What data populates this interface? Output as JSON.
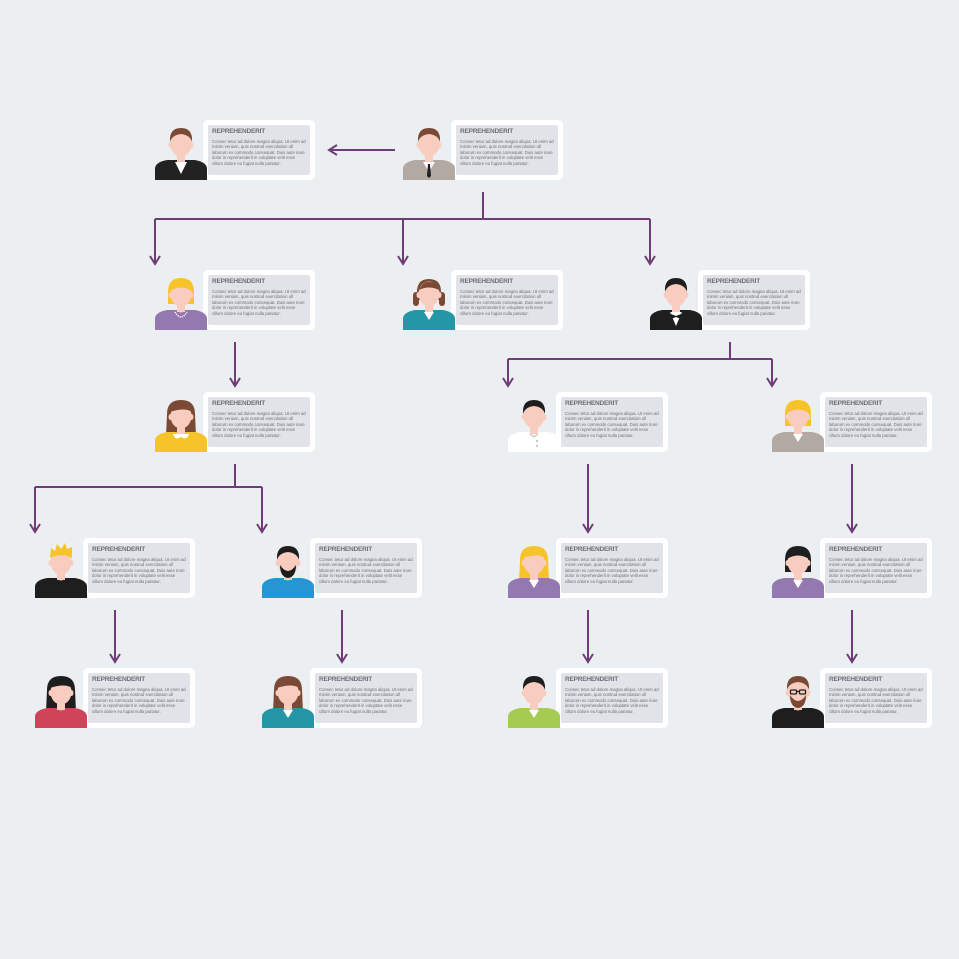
{
  "nodes": [
    {
      "id": "n0",
      "name": "REPREHENDERIT",
      "text": "Consec tetur ad dolore magna aliqua. Ut enim ad minim veniam, quis nostrud exercitation ull laborum ex commodo consequat. Duis aute irure dolor in reprehenderit in voluptate velit esse cillum dolore eu fugiat nulla pariatur.",
      "avatar": {
        "skin": "#f8cdbf",
        "hair": "#7b4a36",
        "hairStyle": "short",
        "shirt": "#b1a9a2",
        "collar": "suit-tie",
        "detail": "#1e1e1e"
      }
    },
    {
      "id": "n1",
      "name": "REPREHENDERIT",
      "text": "Consec tetur ad dolore magna aliqua. Ut enim ad minim veniam, quis nostrud exercitation ull laborum ex commodo consequat. Duis aute irure dolor in reprehenderit in voluptate velit esse cillum dolore eu fugiat nulla pariatur.",
      "avatar": {
        "skin": "#f8cdbf",
        "hair": "#7b4a36",
        "hairStyle": "short",
        "shirt": "#222222",
        "collar": "suit-white",
        "detail": "#ffffff"
      }
    },
    {
      "id": "n2",
      "name": "REPREHENDERIT",
      "text": "Consec tetur ad dolore magna aliqua. Ut enim ad minim veniam, quis nostrud exercitation ull laborum ex commodo consequat. Duis aute irure dolor in reprehenderit in voluptate velit esse cillum dolore eu fugiat nulla pariatur.",
      "avatar": {
        "skin": "#f8cdbf",
        "hair": "#f6c32a",
        "hairStyle": "bob",
        "shirt": "#9478b0",
        "collar": "necklace",
        "detail": "#ffffff"
      }
    },
    {
      "id": "n3",
      "name": "REPREHENDERIT",
      "text": "Consec tetur ad dolore magna aliqua. Ut enim ad minim veniam, quis nostrud exercitation ull laborum ex commodo consequat. Duis aute irure dolor in reprehenderit in voluptate velit esse cillum dolore eu fugiat nulla pariatur.",
      "avatar": {
        "skin": "#f8cdbf",
        "hair": "#7b4a36",
        "hairStyle": "pigtails",
        "shirt": "#2596a6",
        "collar": "v",
        "detail": "#ffffff"
      }
    },
    {
      "id": "n4",
      "name": "REPREHENDERIT",
      "text": "Consec tetur ad dolore magna aliqua. Ut enim ad minim veniam, quis nostrud exercitation ull laborum ex commodo consequat. Duis aute irure dolor in reprehenderit in voluptate velit esse cillum dolore eu fugiat nulla pariatur.",
      "avatar": {
        "skin": "#f8cdbf",
        "hair": "#1e1e1e",
        "hairStyle": "short",
        "shirt": "#1e1e1e",
        "collar": "bowtie",
        "detail": "#ffffff"
      }
    },
    {
      "id": "n5",
      "name": "REPREHENDERIT",
      "text": "Consec tetur ad dolore magna aliqua. Ut enim ad minim veniam, quis nostrud exercitation ull laborum ex commodo consequat. Duis aute irure dolor in reprehenderit in voluptate velit esse cillum dolore eu fugiat nulla pariatur.",
      "avatar": {
        "skin": "#f8cdbf",
        "hair": "#7b4a36",
        "hairStyle": "long",
        "shirt": "#f6c32a",
        "collar": "peter-pan",
        "detail": "#ffffff"
      }
    },
    {
      "id": "n6",
      "name": "REPREHENDERIT",
      "text": "Consec tetur ad dolore magna aliqua. Ut enim ad minim veniam, quis nostrud exercitation ull laborum ex commodo consequat. Duis aute irure dolor in reprehenderit in voluptate velit esse cillum dolore eu fugiat nulla pariatur.",
      "avatar": {
        "skin": "#f8cdbf",
        "hair": "#1e1e1e",
        "hairStyle": "short",
        "shirt": "#ffffff",
        "collar": "chef",
        "detail": "#b8b8b8"
      }
    },
    {
      "id": "n7",
      "name": "REPREHENDERIT",
      "text": "Consec tetur ad dolore magna aliqua. Ut enim ad minim veniam, quis nostrud exercitation ull laborum ex commodo consequat. Duis aute irure dolor in reprehenderit in voluptate velit esse cillum dolore eu fugiat nulla pariatur.",
      "avatar": {
        "skin": "#f8cdbf",
        "hair": "#f6c32a",
        "hairStyle": "bob",
        "shirt": "#b1a9a2",
        "collar": "v",
        "detail": "#ffffff"
      }
    },
    {
      "id": "n8",
      "name": "REPREHENDERIT",
      "text": "Consec tetur ad dolore magna aliqua. Ut enim ad minim veniam, quis nostrud exercitation ull laborum ex commodo consequat. Duis aute irure dolor in reprehenderit in voluptate velit esse cillum dolore eu fugiat nulla pariatur.",
      "avatar": {
        "skin": "#f8cdbf",
        "hair": "#f6c32a",
        "hairStyle": "spiky",
        "shirt": "#1e1e1e",
        "collar": "crew",
        "detail": "#1e1e1e"
      }
    },
    {
      "id": "n9",
      "name": "REPREHENDERIT",
      "text": "Consec tetur ad dolore magna aliqua. Ut enim ad minim veniam, quis nostrud exercitation ull laborum ex commodo consequat. Duis aute irure dolor in reprehenderit in voluptate velit esse cillum dolore eu fugiat nulla pariatur.",
      "avatar": {
        "skin": "#f8cdbf",
        "hair": "#1e1e1e",
        "hairStyle": "short",
        "shirt": "#2596d1",
        "collar": "crew",
        "detail": "#2596d1",
        "beard": "#1e1e1e"
      }
    },
    {
      "id": "n10",
      "name": "REPREHENDERIT",
      "text": "Consec tetur ad dolore magna aliqua. Ut enim ad minim veniam, quis nostrud exercitation ull laborum ex commodo consequat. Duis aute irure dolor in reprehenderit in voluptate velit esse cillum dolore eu fugiat nulla pariatur.",
      "avatar": {
        "skin": "#f8cdbf",
        "hair": "#f6c32a",
        "hairStyle": "long",
        "shirt": "#9478b0",
        "collar": "v",
        "detail": "#ffffff"
      }
    },
    {
      "id": "n11",
      "name": "REPREHENDERIT",
      "text": "Consec tetur ad dolore magna aliqua. Ut enim ad minim veniam, quis nostrud exercitation ull laborum ex commodo consequat. Duis aute irure dolor in reprehenderit in voluptate velit esse cillum dolore eu fugiat nulla pariatur.",
      "avatar": {
        "skin": "#f8cdbf",
        "hair": "#1e1e1e",
        "hairStyle": "bob",
        "shirt": "#9478b0",
        "collar": "v",
        "detail": "#ffffff"
      }
    },
    {
      "id": "n12",
      "name": "REPREHENDERIT",
      "text": "Consec tetur ad dolore magna aliqua. Ut enim ad minim veniam, quis nostrud exercitation ull laborum ex commodo consequat. Duis aute irure dolor in reprehenderit in voluptate velit esse cillum dolore eu fugiat nulla pariatur.",
      "avatar": {
        "skin": "#f8cdbf",
        "hair": "#1e1e1e",
        "hairStyle": "long",
        "shirt": "#d04459",
        "collar": "crew",
        "detail": "#d04459"
      }
    },
    {
      "id": "n13",
      "name": "REPREHENDERIT",
      "text": "Consec tetur ad dolore magna aliqua. Ut enim ad minim veniam, quis nostrud exercitation ull laborum ex commodo consequat. Duis aute irure dolor in reprehenderit in voluptate velit esse cillum dolore eu fugiat nulla pariatur.",
      "avatar": {
        "skin": "#f8cdbf",
        "hair": "#7b4a36",
        "hairStyle": "long",
        "shirt": "#2596a6",
        "collar": "v",
        "detail": "#ffffff"
      }
    },
    {
      "id": "n14",
      "name": "REPREHENDERIT",
      "text": "Consec tetur ad dolore magna aliqua. Ut enim ad minim veniam, quis nostrud exercitation ull laborum ex commodo consequat. Duis aute irure dolor in reprehenderit in voluptate velit esse cillum dolore eu fugiat nulla pariatur.",
      "avatar": {
        "skin": "#f8cdbf",
        "hair": "#1e1e1e",
        "hairStyle": "short",
        "shirt": "#a6cb53",
        "collar": "v",
        "detail": "#ffffff"
      }
    },
    {
      "id": "n15",
      "name": "REPREHENDERIT",
      "text": "Consec tetur ad dolore magna aliqua. Ut enim ad minim veniam, quis nostrud exercitation ull laborum ex commodo consequat. Duis aute irure dolor in reprehenderit in voluptate velit esse cillum dolore eu fugiat nulla pariatur.",
      "avatar": {
        "skin": "#f8cdbf",
        "hair": "#7b4a36",
        "hairStyle": "short",
        "shirt": "#1e1e1e",
        "collar": "crew",
        "detail": "#1e1e1e",
        "glasses": "#1e1e1e",
        "beard": "#7b4a36"
      }
    }
  ],
  "edges": [
    {
      "from": "n0",
      "to": "n1"
    },
    {
      "from": "n0",
      "to": "n2"
    },
    {
      "from": "n0",
      "to": "n3"
    },
    {
      "from": "n0",
      "to": "n4"
    },
    {
      "from": "n2",
      "to": "n5"
    },
    {
      "from": "n4",
      "to": "n6"
    },
    {
      "from": "n4",
      "to": "n7"
    },
    {
      "from": "n5",
      "to": "n8"
    },
    {
      "from": "n5",
      "to": "n9"
    },
    {
      "from": "n6",
      "to": "n10"
    },
    {
      "from": "n7",
      "to": "n11"
    },
    {
      "from": "n8",
      "to": "n12"
    },
    {
      "from": "n9",
      "to": "n13"
    },
    {
      "from": "n10",
      "to": "n14"
    },
    {
      "from": "n11",
      "to": "n15"
    }
  ],
  "colors": {
    "connector": "#6f3c78",
    "background": "#eceff1",
    "card": "#ffffff",
    "panel": "#e2e3e8",
    "text": "#6d6d78"
  }
}
